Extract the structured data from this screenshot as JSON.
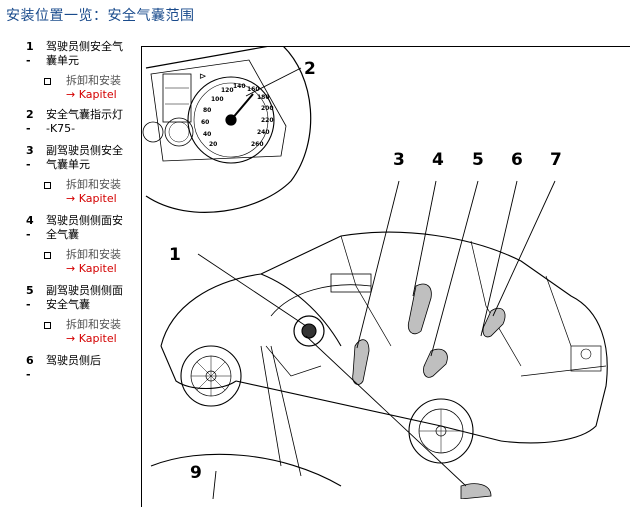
{
  "page": {
    "title": "安装位置一览：安全气囊范围"
  },
  "items": [
    {
      "num": "1 -",
      "label": "驾驶员侧安全气囊单元",
      "sub": {
        "label": "拆卸和安装",
        "link": "→ Kapitel"
      }
    },
    {
      "num": "2 -",
      "label": "安全气囊指示灯 -K75-",
      "sub": null
    },
    {
      "num": "3 -",
      "label": "副驾驶员侧安全气囊单元",
      "sub": {
        "label": "拆卸和安装",
        "link": "→ Kapitel"
      }
    },
    {
      "num": "4 -",
      "label": "驾驶员侧侧面安全气囊",
      "sub": {
        "label": "拆卸和安装",
        "link": "→ Kapitel"
      }
    },
    {
      "num": "5 -",
      "label": "副驾驶员侧侧面安全气囊",
      "sub": {
        "label": "拆卸和安装",
        "link": "→ Kapitel"
      }
    },
    {
      "num": "6 -",
      "label": "驾驶员侧后",
      "sub": null
    }
  ],
  "figure": {
    "callouts": [
      "1",
      "2",
      "3",
      "4",
      "5",
      "6",
      "7",
      "9"
    ],
    "speedo_ticks": [
      "20",
      "40",
      "60",
      "80",
      "100",
      "120",
      "140",
      "160",
      "180",
      "200",
      "220",
      "240",
      "260"
    ]
  }
}
